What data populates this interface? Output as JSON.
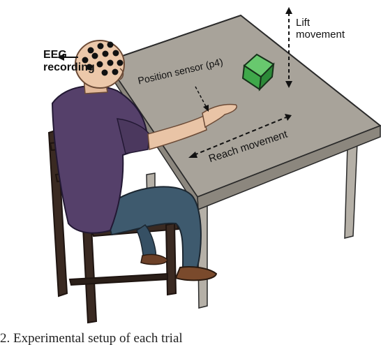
{
  "labels": {
    "eeg_line1": "EEG",
    "eeg_line2": "recording",
    "position_sensor": "Position sensor (p4)",
    "lift_line1": "Lift",
    "lift_line2": "movement",
    "reach": "Reach movement"
  },
  "caption": "2. Experimental setup of each trial",
  "colors": {
    "table_top": "#a8a39a",
    "table_edge": "#8c877e",
    "shirt": "#55406a",
    "jeans": "#3e5a6e",
    "skin": "#e9c4a6",
    "chair": "#3a2a22",
    "cube": "#3fa84a",
    "electrode": "#111111"
  }
}
